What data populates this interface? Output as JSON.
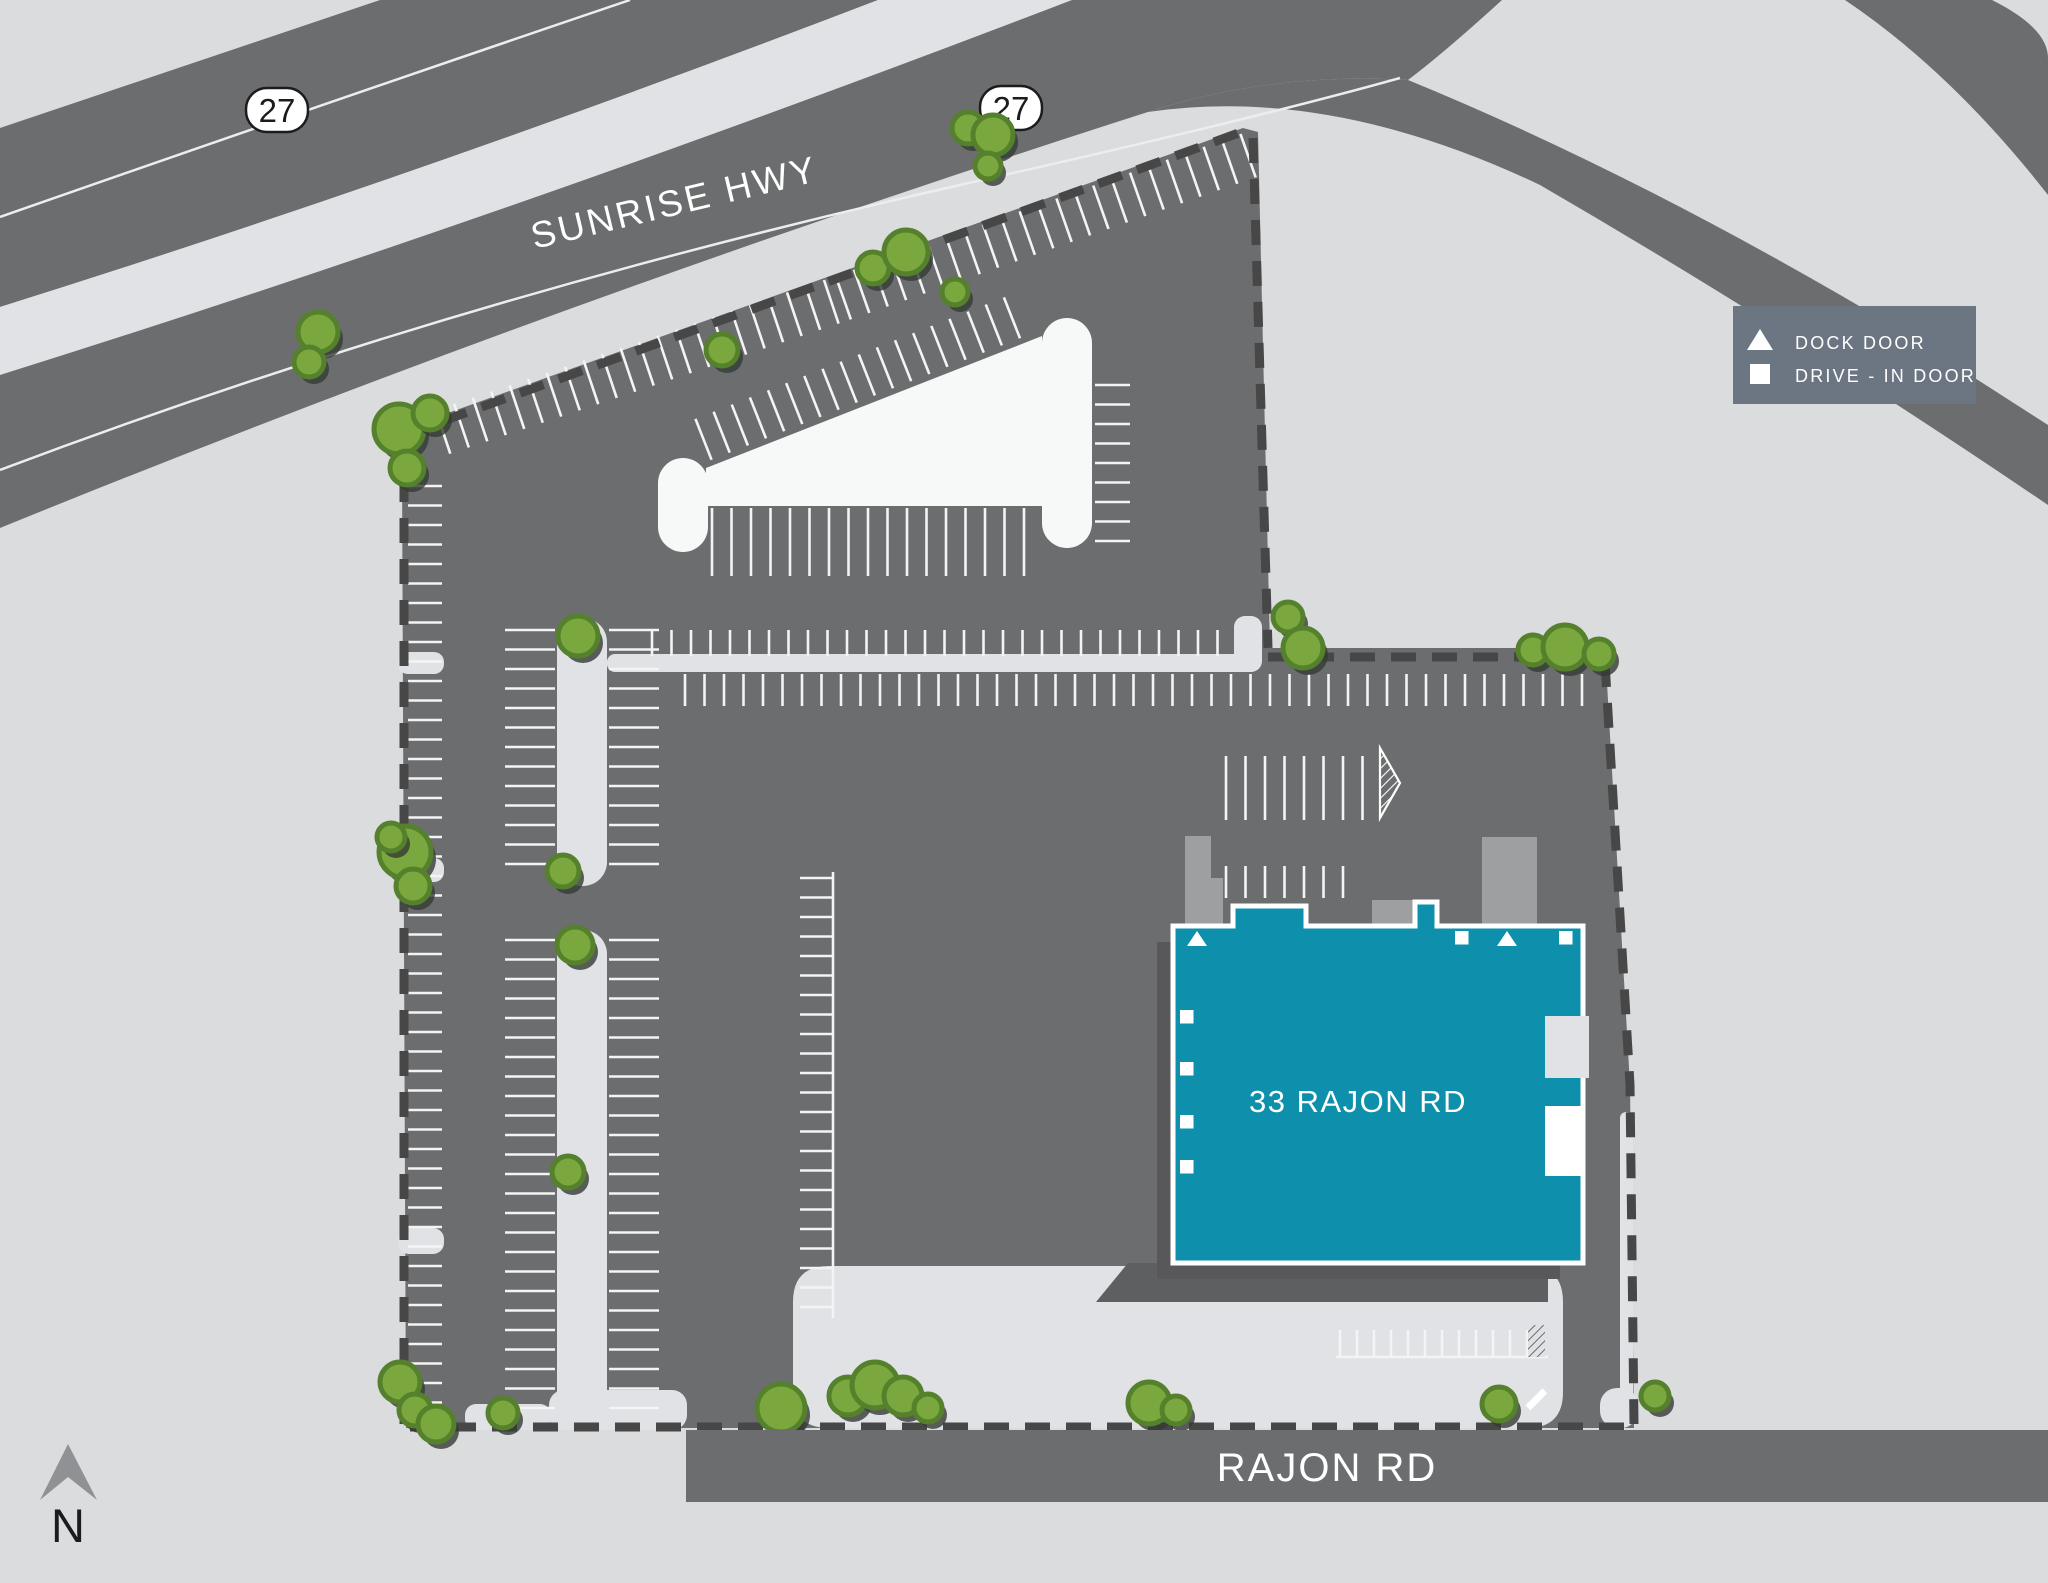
{
  "labels": {
    "highway": "SUNRISE HWY",
    "road": "RAJON RD",
    "building": "33 RAJON RD",
    "route_shield": "27",
    "north": "N"
  },
  "legend": {
    "items": [
      {
        "symbol": "dock-door-triangle",
        "label": "DOCK DOOR"
      },
      {
        "symbol": "drive-in-door-square",
        "label": "DRIVE - IN DOOR"
      }
    ]
  },
  "building": {
    "name": "33 RAJON RD",
    "dock_door_count": 2,
    "drive_in_door_count": 6
  },
  "colors": {
    "bg": "#dadcde",
    "road": "#6c6d6e",
    "strip": "#e1e2e5",
    "wedge": "#f7f8f8",
    "stripe": "#f4f4f4",
    "hwy_line": "#ededee",
    "dash": "#474747",
    "tree": "#7aa83f",
    "tree_ring": "#55802c",
    "tree_shadow": "#343b34",
    "pillar": "#9e9fa1",
    "legend_bg": "#6b7682",
    "building": "#0e90ac",
    "building_shadow": "#58585b",
    "apron_shadow": "#5e5f61",
    "ink": "#1c1c1e",
    "white": "#ffffff",
    "north": "#8f9194"
  }
}
